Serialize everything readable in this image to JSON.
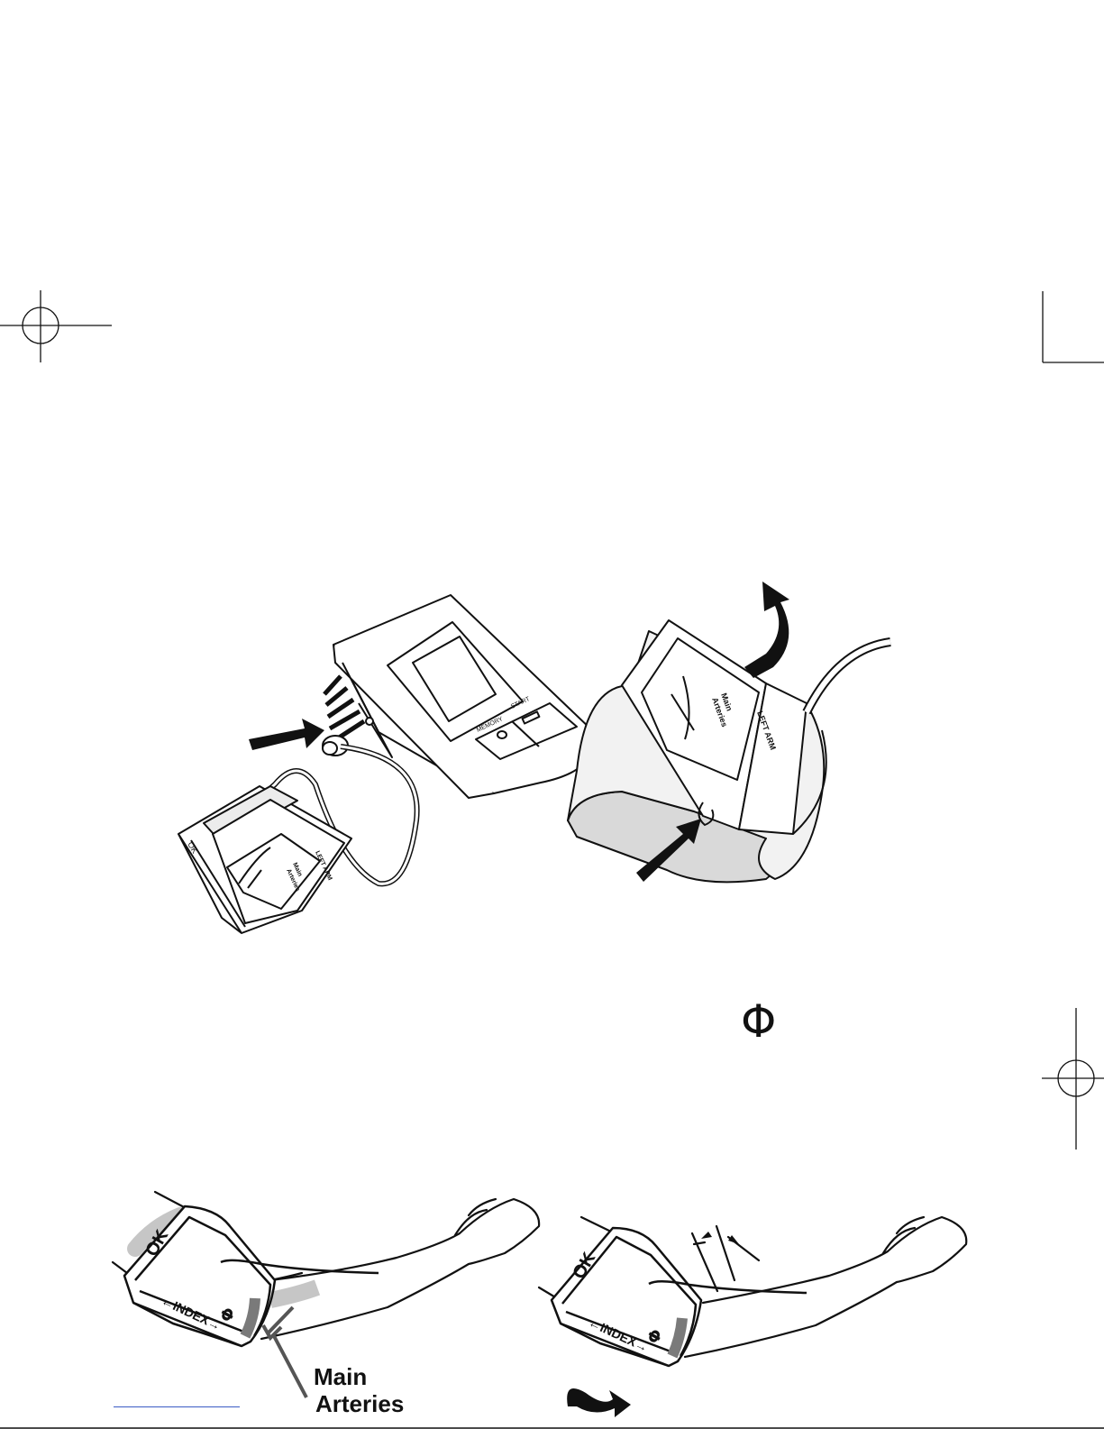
{
  "figure1": {
    "monitor": {
      "button_left_label": "MEMORY",
      "button_right_label": "START"
    },
    "cuff_small": {
      "ok_label": "OK",
      "side_label": "LEFT ARM",
      "arteries_label_line1": "Main",
      "arteries_label_line2": "Arteries"
    },
    "cuff_large": {
      "side_label": "LEFT ARM",
      "arteries_label_line1": "Main",
      "arteries_label_line2": "Arteries"
    }
  },
  "symbol": {
    "phi": "Φ"
  },
  "figure2": {
    "ok_label": "OK",
    "index_label": "←INDEX→",
    "phi_mark": "Φ",
    "arteries_line1": "Main",
    "arteries_line2": "Arteries"
  },
  "figure3": {
    "ok_label": "OK",
    "index_label": "←INDEX→",
    "phi_mark": "Φ"
  },
  "colors": {
    "ink": "#111111",
    "cuff_fill": "#e6e6e6",
    "artery_band": "#7a7a7a",
    "arrow_light": "#c8c8c8",
    "link_line": "#3b5cc4"
  }
}
